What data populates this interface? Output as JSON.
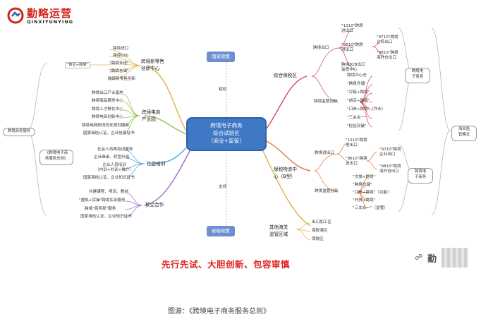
{
  "brand": {
    "name": "勤略运营",
    "sub": "QINXIYUNYING"
  },
  "center": {
    "line1": "跨境电子商务",
    "line2": "综合试验区",
    "line3": "（商业+监管）"
  },
  "top_pill": "国家政策",
  "bottom_pill": "省级政策",
  "top_arrow_label": "赋权",
  "bottom_arrow_label": "支持",
  "left": {
    "retail": {
      "title1": "跨境新零售",
      "title2": "创新中心",
      "items": [
        "跨境进口",
        "跨境b2b",
        "\"跨境专线\"",
        "\"跨境仓储\"",
        "跨境新零售创新"
      ],
      "group": "\"商业+跨境\""
    },
    "park": {
      "title1": "跨境电商",
      "title2": "产业园",
      "items": [
        "跨境出口产业基地",
        "跨境商品服务中心",
        "跨境人才孵化中心",
        "跨境电商创新中心",
        "跨境电商物流优化规划服务",
        "国家商检认证、企业信息证书"
      ]
    },
    "social": {
      "title": "社会培训",
      "items": [
        "社会人员再培训服务",
        "企业继承、转型升级",
        "企业人员培训\n（内训+外训+推介）",
        "国家商检认证、企业知识证书"
      ]
    },
    "coop": {
      "title": "校企合作",
      "items": [
        "共建课程、项目、教材",
        "\"虚拟+实操\"跨境实训服务",
        "跨境\"商务部\"服务",
        "国家商检认证、企业知识证书"
      ]
    },
    "side1": "跨境商务服务",
    "side2": "《跨境电子商\n务服务总则》"
  },
  "right": {
    "zone": {
      "title": "综合保税区",
      "export": {
        "title": "跨境出口",
        "items": [
          "\"1210\"跨境\n进出口",
          "\"9610\"跨境\n进出口",
          "跨境B2B出口\n监管中心"
        ],
        "sub": [
          "\"9710\"跨境\n企业出口",
          "\"9810\"跨境\n海外仓出口"
        ]
      },
      "regulate": {
        "title": "跨境监管创新",
        "items": [
          "跨境中心仓",
          "\"跨境仓储\"",
          "\"冷链+跨境\"",
          "\"前店+跨境\"",
          "\"口岸+跨境\"（作业）",
          "\"三关合一\"",
          "\"检验突破\""
        ]
      }
    },
    "bonded": {
      "title1": "保税物流中",
      "title2": "心（B型）",
      "export": {
        "title": "跨境进出口",
        "items": [
          "\"1210\"跨境\n进出口",
          "\"9610\"跨境\n进出口"
        ],
        "sub": [
          "\"9710\"跨境\n企业出口",
          "\"9810\"跨境\n海外仓出口"
        ]
      },
      "regulate": {
        "title": "跨境监管创新",
        "items": [
          "\"文旅+跨境\"",
          "\"跨境仓储\"",
          "\"口岸+跨境\"（功能）",
          "\"外贸+跨境\"",
          "\"三关合一\"（监管）"
        ]
      }
    },
    "other": {
      "title1": "其他海关",
      "title2": "监管区域",
      "items": [
        "出口加工区",
        "保税港区",
        "保税区"
      ]
    },
    "side_a": "跨境电\n子商务",
    "side_b": "海关监\n管模式",
    "side_c": "跨境电\n子商务"
  },
  "slogan": "先行先试、大胆创新、包容审慎",
  "watermark": "勤",
  "caption": "图源：《跨境电子商务服务总则》"
}
